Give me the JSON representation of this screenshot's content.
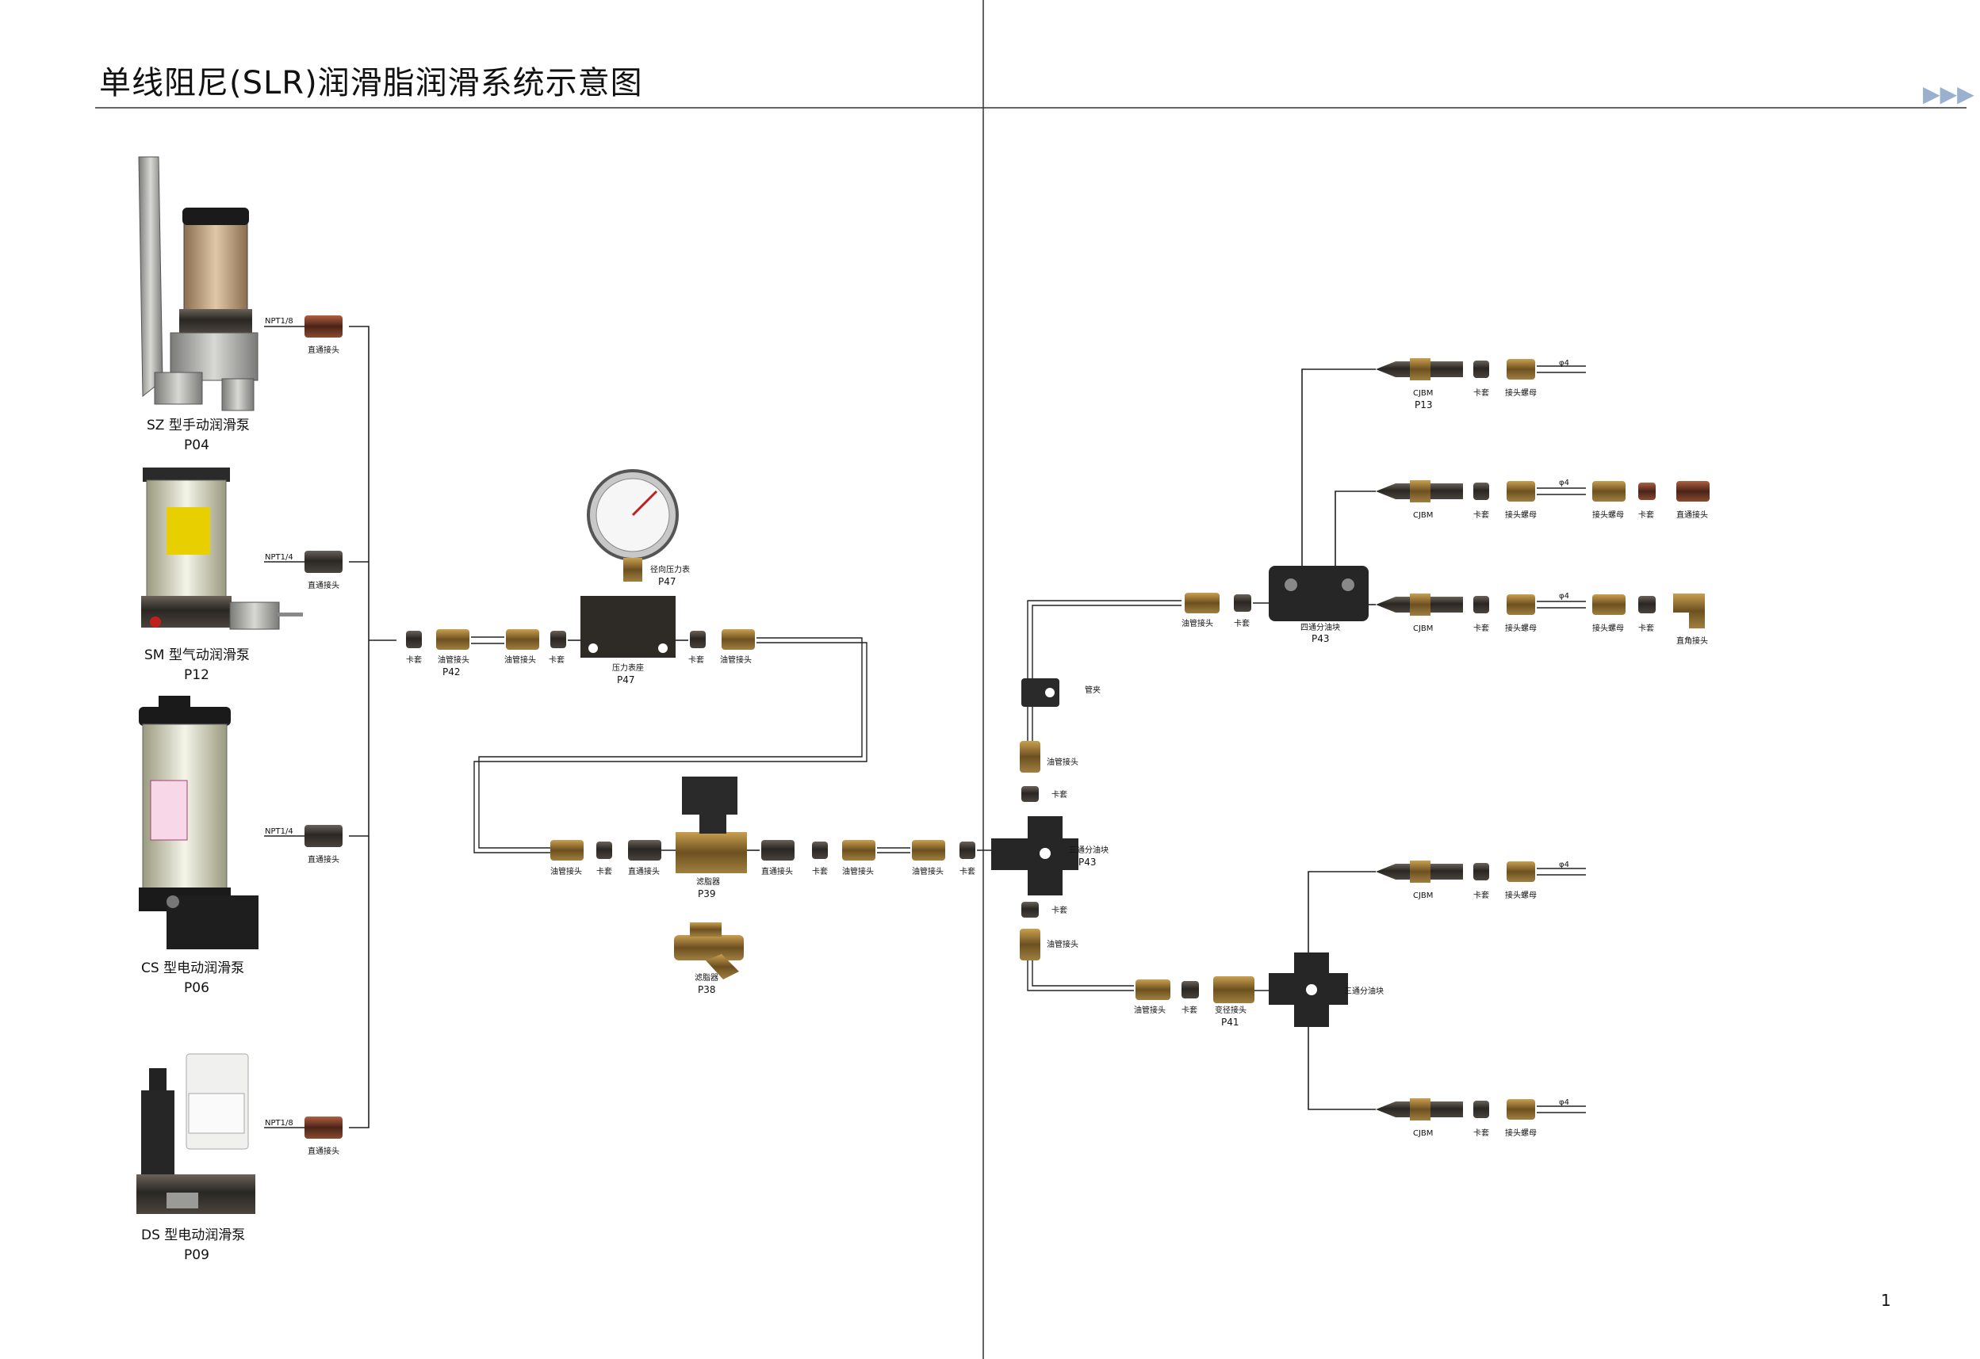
{
  "page": {
    "title": "单线阻尼(SLR)润滑脂润滑系统示意图",
    "page_number": "1",
    "arrows": "▶▶▶",
    "colors": {
      "line": "#222222",
      "metal": "#3a3530",
      "brass": "#8a6a2a",
      "steel": "#9a9a96"
    }
  },
  "pumps": [
    {
      "name": "SZ 型手动润滑泵",
      "code": "P04",
      "port": "NPT1/8",
      "fitting": "直通接头"
    },
    {
      "name": "SM 型气动润滑泵",
      "code": "P12",
      "port": "NPT1/4",
      "fitting": "直通接头"
    },
    {
      "name": "CS 型电动润滑泵",
      "code": "P06",
      "port": "NPT1/4",
      "fitting": "直通接头"
    },
    {
      "name": "DS 型电动润滑泵",
      "code": "P09",
      "port": "NPT1/8",
      "fitting": "直通接头"
    }
  ],
  "gauge_line": {
    "kataozhi": "卡套",
    "youguan": "油管接头",
    "p42": "P42",
    "gauge_name": "径向压力表",
    "gauge_code": "P47",
    "seat_name": "压力表座",
    "seat_code": "P47"
  },
  "filter_line": {
    "youguan": "油管接头",
    "kataozhi": "卡套",
    "zhitong": "直通接头",
    "filter_name": "滤脂器",
    "filter_code": "P39",
    "filter2_name": "滤脂器",
    "filter2_code": "P38"
  },
  "right": {
    "guanjia": "管夹",
    "youguan": "油管接头",
    "kataozhi": "卡套",
    "sanfen": "三通分油块",
    "sanfen_code": "P43",
    "sanfen2": "三通分油块",
    "sifen": "四通分油块",
    "sifen_code": "P43",
    "bianjing": "变径接头",
    "bianjing_code": "P41",
    "cjbm": "CJBM",
    "cjbm_code": "P13",
    "jietou_luomu": "接头螺母",
    "zhitong": "直通接头",
    "zhijiao": "直角接头",
    "phi4": "φ4"
  }
}
